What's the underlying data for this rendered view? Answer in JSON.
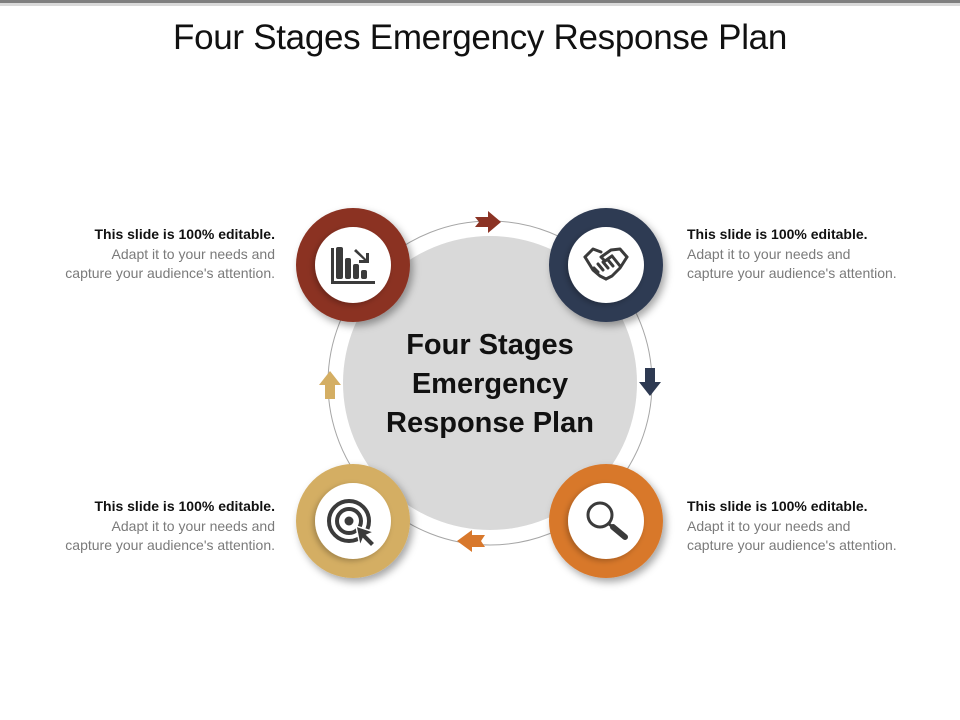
{
  "slide": {
    "title": "Four Stages Emergency Response Plan",
    "center_label": "Four Stages Emergency Response Plan",
    "colors": {
      "stage1": "#8b3324",
      "stage2": "#2e3a52",
      "stage3": "#d4ae63",
      "stage4": "#d8782c",
      "center_fill": "#d9d9d9",
      "icon": "#3b3b3b",
      "ring_line": "#a6a6a6"
    },
    "stages": [
      {
        "position": "top-left",
        "icon": "bar-chart-decrease-icon",
        "heading": "This slide is 100% editable.",
        "line1": "Adapt it to your needs and",
        "line2": "capture your audience's attention."
      },
      {
        "position": "top-right",
        "icon": "handshake-icon",
        "heading": "This slide is 100% editable.",
        "line1": "Adapt it to your needs and",
        "line2": "capture your audience's attention."
      },
      {
        "position": "bottom-left",
        "icon": "target-cursor-icon",
        "heading": "This slide is 100% editable.",
        "line1": "Adapt it to your needs and",
        "line2": "capture your audience's attention."
      },
      {
        "position": "bottom-right",
        "icon": "magnifier-icon",
        "heading": "This slide is 100% editable.",
        "line1": "Adapt it to your needs and",
        "line2": "capture your audience's attention."
      }
    ],
    "arrows": [
      {
        "direction": "right",
        "color": "#8b3324"
      },
      {
        "direction": "down",
        "color": "#2e3a52"
      },
      {
        "direction": "left",
        "color": "#d8782c"
      },
      {
        "direction": "up",
        "color": "#d4ae63"
      }
    ]
  }
}
